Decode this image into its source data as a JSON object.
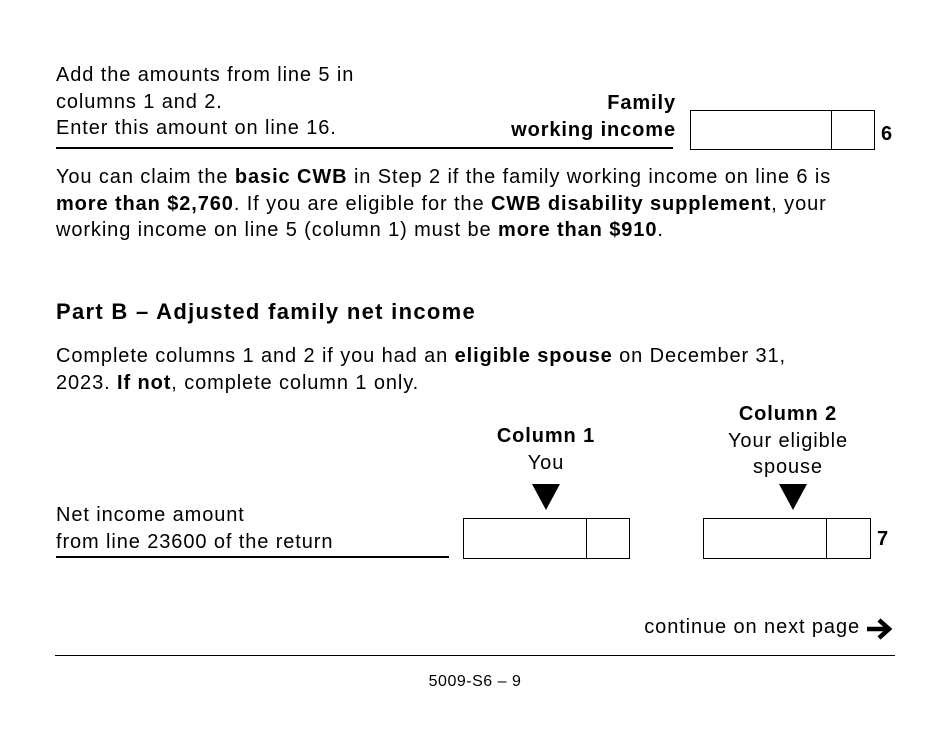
{
  "line6": {
    "instructions": [
      "Add the amounts from line 5 in",
      "columns 1 and 2.",
      "Enter this amount on line 16."
    ],
    "label_line1": "Family",
    "label_line2": "working income",
    "line_number": "6",
    "value": ""
  },
  "eligibility_paragraph": {
    "t1": "You can claim the ",
    "b1": "basic CWB",
    "t2": " in Step 2 if the family working income on line 6 is ",
    "b2": "more than $2,760",
    "t3": ". If you are eligible for the ",
    "b3": "CWB disability supplement",
    "t4": ", your working income on line 5 (column 1) must be ",
    "b4": "more than $910",
    "t5": "."
  },
  "part_b": {
    "heading": "Part B – Adjusted family net income",
    "intro": {
      "t1": "Complete columns 1 and 2 if you had an ",
      "b1": "eligible spouse",
      "t2": " on December 31, 2023. ",
      "b2": "If not",
      "t3": ", complete column 1 only."
    },
    "column1": {
      "title": "Column 1",
      "subtitle": "You"
    },
    "column2": {
      "title": "Column 2",
      "subtitle_line1": "Your eligible",
      "subtitle_line2": "spouse"
    },
    "line7": {
      "label_line1": "Net income amount",
      "label_line2": "from line 23600 of the return",
      "line_number": "7",
      "column1_value": "",
      "column2_value": ""
    }
  },
  "continue_text": "continue on next page",
  "footer": "5009-S6 – 9"
}
